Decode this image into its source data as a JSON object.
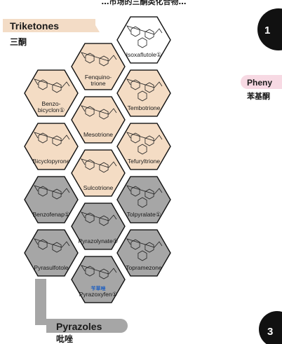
{
  "top_banner": "…市场的三酮类化合物…",
  "groups": {
    "triketones": {
      "title": "Triketones",
      "subtitle": "三酮",
      "color": "#f3dcc6"
    },
    "pyrazoles": {
      "title": "Pyrazoles",
      "subtitle": "吡唑",
      "color": "#a6a6a6"
    },
    "phenyl": {
      "title": "Pheny",
      "subtitle": "苯基酮",
      "color": "#f7d9e3"
    }
  },
  "badges": {
    "b1": "1",
    "b3": "3"
  },
  "hex_colors": {
    "triketone": "#f4dcc4",
    "pyrazole": "#a6a6a6",
    "other": "#ffffff"
  },
  "compounds": [
    {
      "name": "Isoxaflutole",
      "mark": "①",
      "cls": "other"
    },
    {
      "name": "Fenquino-\ntrione",
      "mark": "",
      "cls": "triketone"
    },
    {
      "name": "Benzo-\nbicyclon",
      "mark": "①",
      "cls": "triketone"
    },
    {
      "name": "Tembotrione",
      "mark": "",
      "cls": "triketone"
    },
    {
      "name": "Mesotrione",
      "mark": "",
      "cls": "triketone"
    },
    {
      "name": "Bicyclopyrone",
      "mark": "",
      "cls": "triketone"
    },
    {
      "name": "Tefuryltrione",
      "mark": "",
      "cls": "triketone"
    },
    {
      "name": "Sulcotrione",
      "mark": "",
      "cls": "triketone"
    },
    {
      "name": "Benzofenap",
      "mark": "①",
      "cls": "pyrazole"
    },
    {
      "name": "Tolpyralate",
      "mark": "①",
      "cls": "pyrazole"
    },
    {
      "name": "Pyrazolynate",
      "mark": "①",
      "cls": "pyrazole"
    },
    {
      "name": "Pyrasulfotole",
      "mark": "",
      "cls": "pyrazole"
    },
    {
      "name": "Topramezone",
      "mark": "",
      "cls": "pyrazole"
    },
    {
      "name": "Pyrazoxyfen",
      "mark": "①",
      "cls": "pyrazole",
      "cn": "苄草唑"
    }
  ]
}
